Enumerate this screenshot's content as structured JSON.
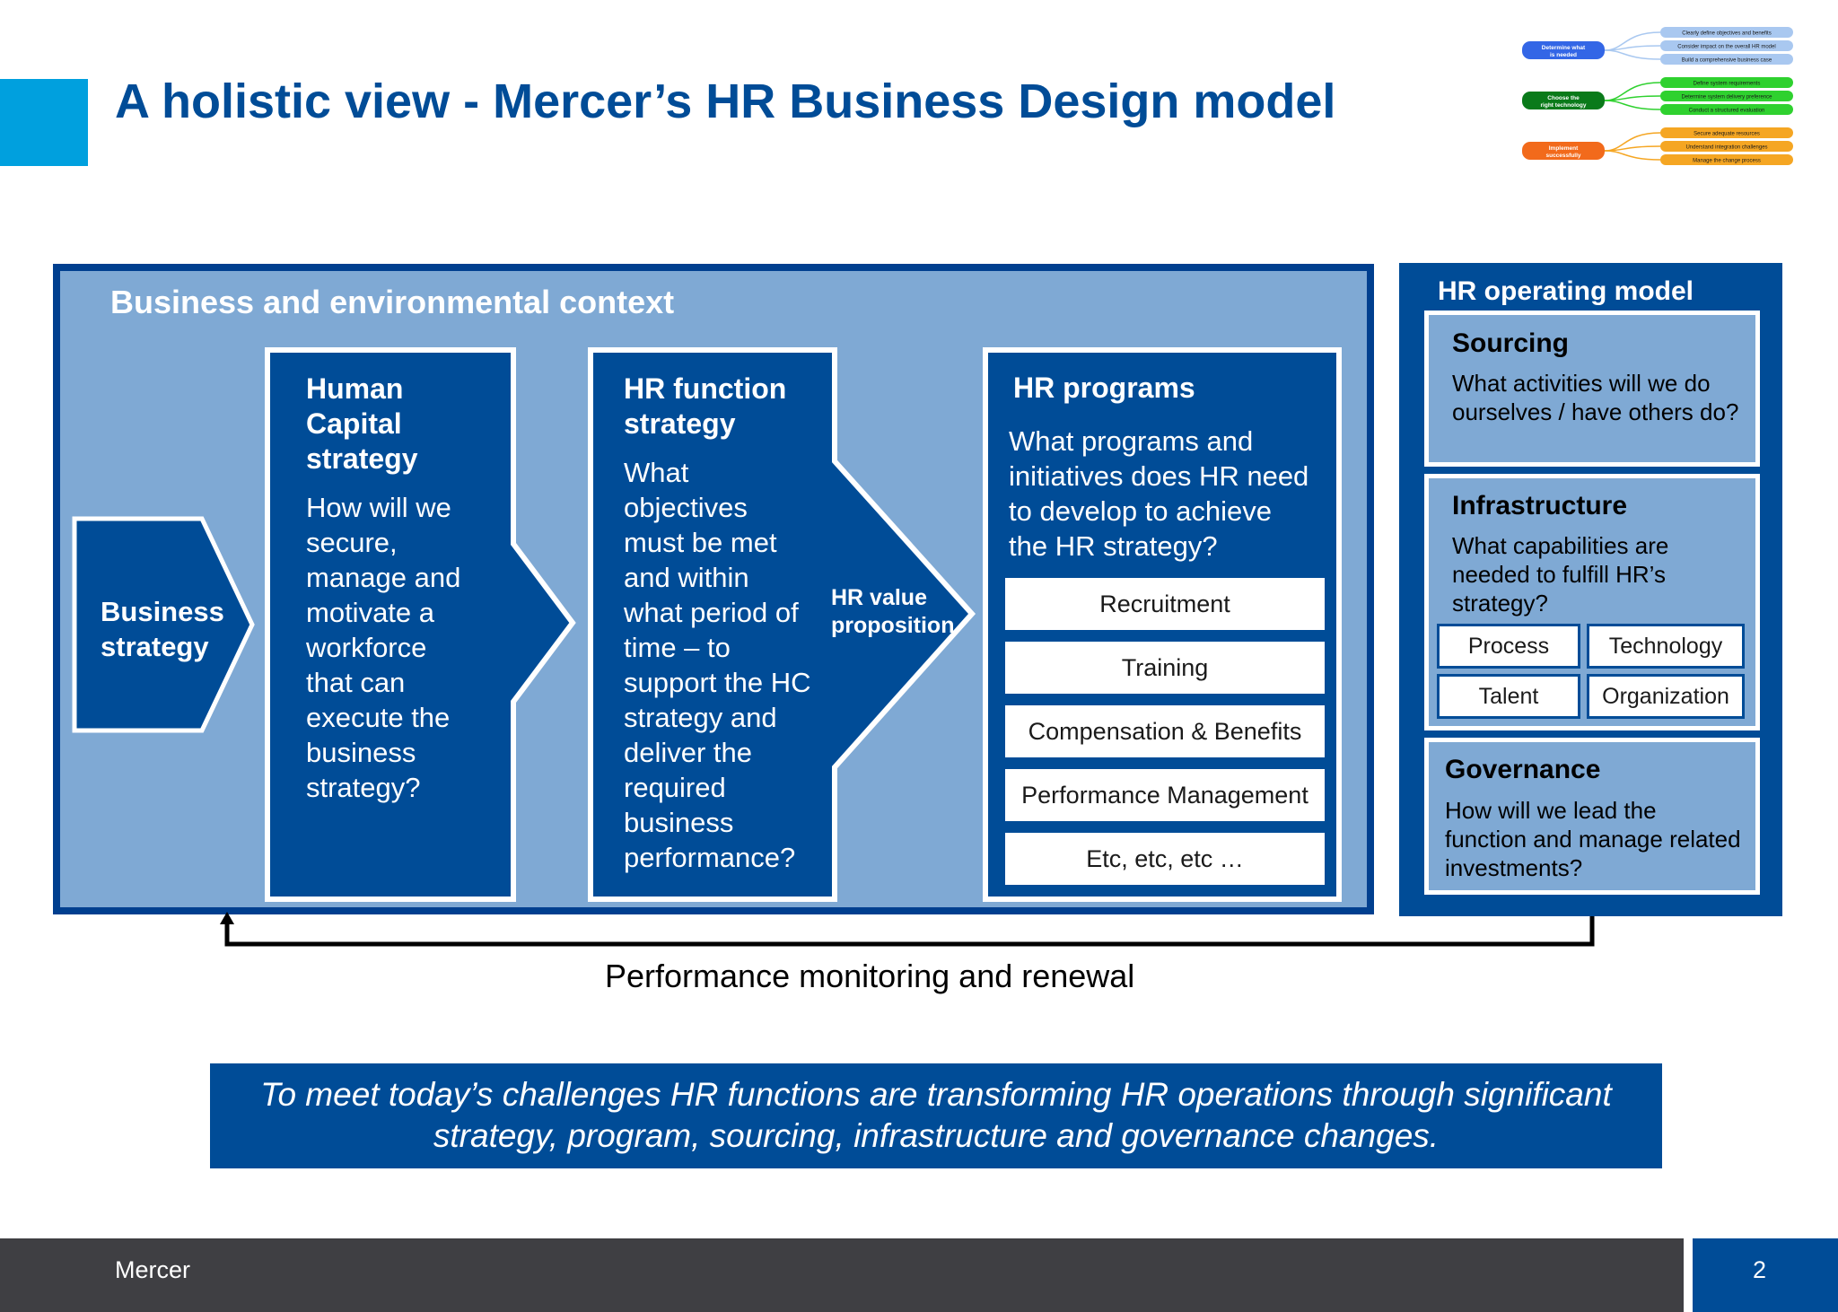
{
  "title": "A holistic view - Mercer’s HR Business Design model",
  "mindmap": {
    "groups": [
      {
        "label": "Determine what is needed",
        "color": "#3366e6",
        "items": [
          "Clearly define objectives and benefits",
          "Consider impact on the overall HR model",
          "Build a comprehensive business case"
        ],
        "item_color": "#a9c8f0"
      },
      {
        "label": "Choose the right technology",
        "color": "#0a7a1a",
        "items": [
          "Define system requirements",
          "Determine system delivery preference",
          "Conduct a structured evaluation"
        ],
        "item_color": "#2fd12f"
      },
      {
        "label": "Implement successfully",
        "color": "#f26a1b",
        "items": [
          "Secure adequate resources",
          "Understand integration challenges",
          "Manage the change process"
        ],
        "item_color": "#f5a623"
      }
    ]
  },
  "context_title": "Business and environmental context",
  "business_strategy": "Business strategy",
  "hc_strategy": {
    "head": [
      "Human",
      "Capital",
      "strategy"
    ],
    "body": [
      "How will we",
      "secure,",
      "manage and",
      "motivate a",
      "workforce",
      "that can",
      "execute the",
      "business",
      "strategy?"
    ]
  },
  "hr_function": {
    "head": [
      "HR function",
      "strategy"
    ],
    "body": [
      "What",
      "objectives",
      "must be met",
      "and within",
      "what period of",
      "time – to",
      "support the HC",
      "strategy and",
      "deliver the",
      "required",
      "business",
      "performance?"
    ]
  },
  "hr_value": [
    "HR value",
    "proposition"
  ],
  "hr_programs": {
    "head": "HR programs",
    "body": [
      "What programs and",
      "initiatives does HR need",
      "to develop to achieve",
      "the HR strategy?"
    ],
    "items": [
      "Recruitment",
      "Training",
      "Compensation & Benefits",
      "Performance Management",
      "Etc, etc, etc …"
    ]
  },
  "ops": {
    "title": "HR operating model",
    "sourcing": {
      "head": "Sourcing",
      "body": [
        "What activities will we do",
        "ourselves / have others do?"
      ]
    },
    "infrastructure": {
      "head": "Infrastructure",
      "body": [
        "What capabilities are",
        "needed to fulfill HR’s",
        "strategy?"
      ],
      "items": [
        "Process",
        "Technology",
        "Talent",
        "Organization"
      ]
    },
    "governance": {
      "head": "Governance",
      "body": [
        "How will we lead the",
        "function and manage related",
        "investments?"
      ]
    }
  },
  "feedback_label": "Performance monitoring and renewal",
  "banner": [
    "To meet today’s challenges HR functions are transforming HR operations through significant",
    "strategy, program, sourcing, infrastructure and governance changes."
  ],
  "footer": {
    "label": "Mercer",
    "page": "2"
  },
  "colors": {
    "dark_blue": "#004c97",
    "light_blue": "#7fa9d4",
    "accent_cyan": "#00a0de",
    "footer_gray": "#3f3f43"
  }
}
